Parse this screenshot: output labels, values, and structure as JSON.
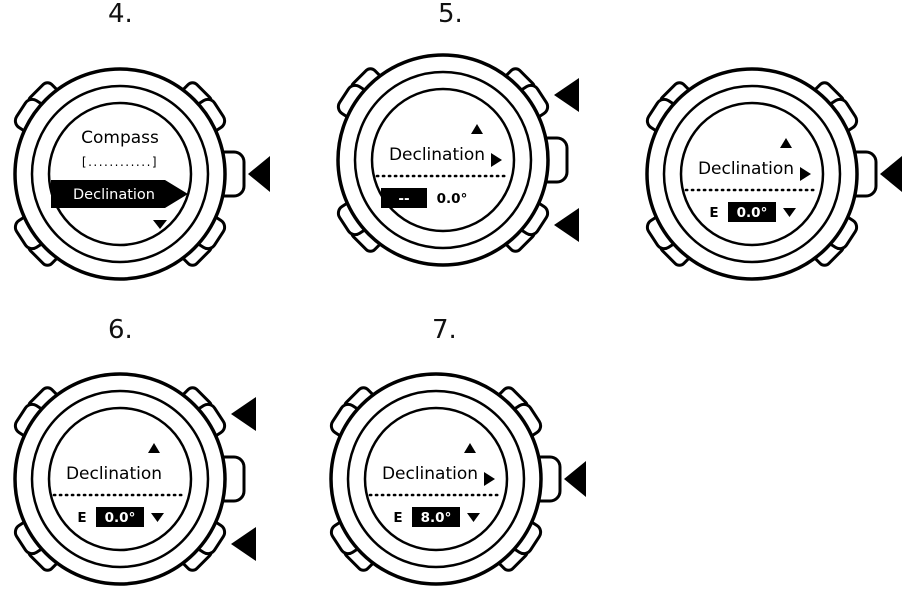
{
  "page": {
    "background": "#ffffff",
    "ink": "#000000"
  },
  "watches": [
    {
      "step_label": "4.",
      "screen": {
        "title": "Compass",
        "placeholder_item": "[............]",
        "selected_item": "Declination"
      },
      "button_pointers": [
        "middle-right"
      ]
    },
    {
      "step_label": "5.",
      "screen": {
        "title": "Declination",
        "direction": "--",
        "value": "0.0°",
        "highlighted_field": "direction"
      },
      "button_pointers": [
        "top-right",
        "bottom-right"
      ]
    },
    {
      "screen": {
        "title": "Declination",
        "direction": "E",
        "value": "0.0°",
        "highlighted_field": "value"
      },
      "button_pointers": [
        "middle-right"
      ]
    },
    {
      "step_label": "6.",
      "screen": {
        "title": "Declination",
        "direction": "E",
        "value": "0.0°",
        "highlighted_field": "value"
      },
      "button_pointers": [
        "top-right",
        "bottom-right"
      ]
    },
    {
      "step_label": "7.",
      "screen": {
        "title": "Declination",
        "direction": "E",
        "value": "8.0°",
        "highlighted_field": "value"
      },
      "button_pointers": [
        "middle-right"
      ]
    }
  ]
}
